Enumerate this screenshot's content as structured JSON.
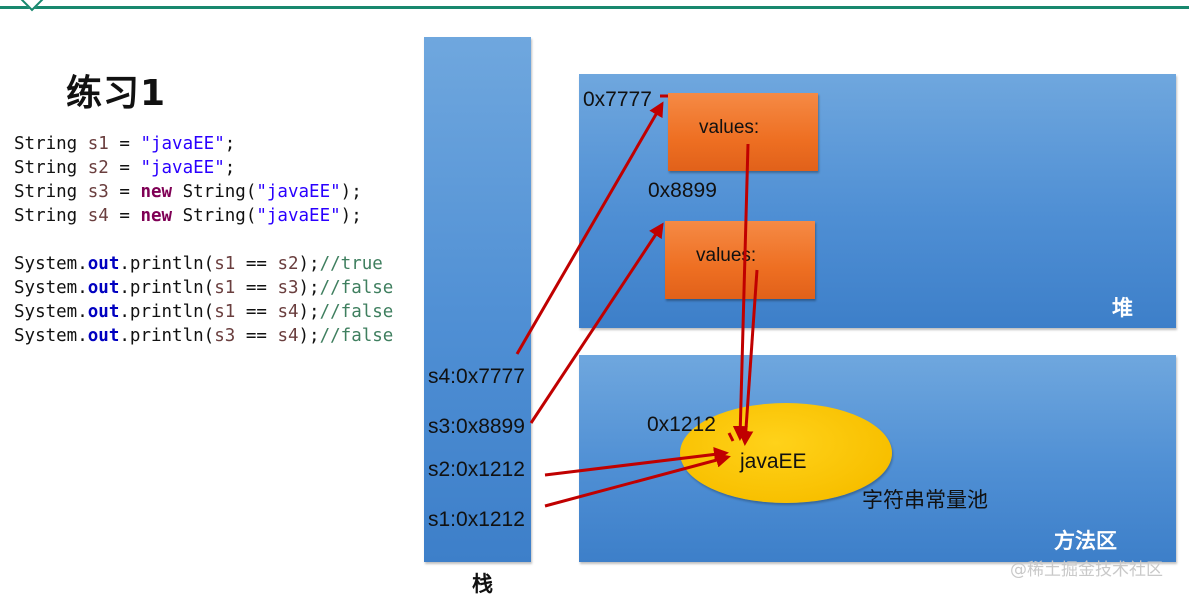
{
  "title": "练习1",
  "code": {
    "lines": [
      [
        [
          "plain",
          "String "
        ],
        [
          "var",
          "s1"
        ],
        [
          "plain",
          " = "
        ],
        [
          "str",
          "\"javaEE\""
        ],
        [
          "plain",
          ";"
        ]
      ],
      [
        [
          "plain",
          "String "
        ],
        [
          "var",
          "s2"
        ],
        [
          "plain",
          " = "
        ],
        [
          "str",
          "\"javaEE\""
        ],
        [
          "plain",
          ";"
        ]
      ],
      [
        [
          "plain",
          "String "
        ],
        [
          "var",
          "s3"
        ],
        [
          "plain",
          " = "
        ],
        [
          "kw",
          "new"
        ],
        [
          "plain",
          " String("
        ],
        [
          "str",
          "\"javaEE\""
        ],
        [
          "plain",
          ");"
        ]
      ],
      [
        [
          "plain",
          "String "
        ],
        [
          "var",
          "s4"
        ],
        [
          "plain",
          " = "
        ],
        [
          "kw",
          "new"
        ],
        [
          "plain",
          " String("
        ],
        [
          "str",
          "\"javaEE\""
        ],
        [
          "plain",
          ");"
        ]
      ],
      [],
      [
        [
          "plain",
          "System."
        ],
        [
          "fld",
          "out"
        ],
        [
          "plain",
          ".println("
        ],
        [
          "var",
          "s1"
        ],
        [
          "plain",
          " == "
        ],
        [
          "var",
          "s2"
        ],
        [
          "plain",
          ");"
        ],
        [
          "cmt",
          "//true"
        ]
      ],
      [
        [
          "plain",
          "System."
        ],
        [
          "fld",
          "out"
        ],
        [
          "plain",
          ".println("
        ],
        [
          "var",
          "s1"
        ],
        [
          "plain",
          " == "
        ],
        [
          "var",
          "s3"
        ],
        [
          "plain",
          ");"
        ],
        [
          "cmt",
          "//false"
        ]
      ],
      [
        [
          "plain",
          "System."
        ],
        [
          "fld",
          "out"
        ],
        [
          "plain",
          ".println("
        ],
        [
          "var",
          "s1"
        ],
        [
          "plain",
          " == "
        ],
        [
          "var",
          "s4"
        ],
        [
          "plain",
          ");"
        ],
        [
          "cmt",
          "//false"
        ]
      ],
      [
        [
          "plain",
          "System."
        ],
        [
          "fld",
          "out"
        ],
        [
          "plain",
          ".println("
        ],
        [
          "var",
          "s3"
        ],
        [
          "plain",
          " == "
        ],
        [
          "var",
          "s4"
        ],
        [
          "plain",
          ");"
        ],
        [
          "cmt",
          "//false"
        ]
      ]
    ]
  },
  "regions": {
    "stack": "栈",
    "heap": "堆",
    "method_area": "方法区"
  },
  "stack_vars": {
    "s4": "s4:0x7777",
    "s3": "s3:0x8899",
    "s2": "s2:0x1212",
    "s1": "s1:0x1212"
  },
  "heap_objects": {
    "obj1": {
      "address": "0x7777",
      "label": "values:"
    },
    "obj2": {
      "address": "0x8899",
      "label": "values:"
    }
  },
  "string_pool": {
    "address": "0x1212",
    "value": "javaEE",
    "label": "字符串常量池"
  },
  "watermark": "@稀土掘金技术社区",
  "colors": {
    "region": "#4f8fd4",
    "object": "#ee6f22",
    "pool": "#f8c000",
    "arrow": "#c00000",
    "accent": "#18886e"
  }
}
